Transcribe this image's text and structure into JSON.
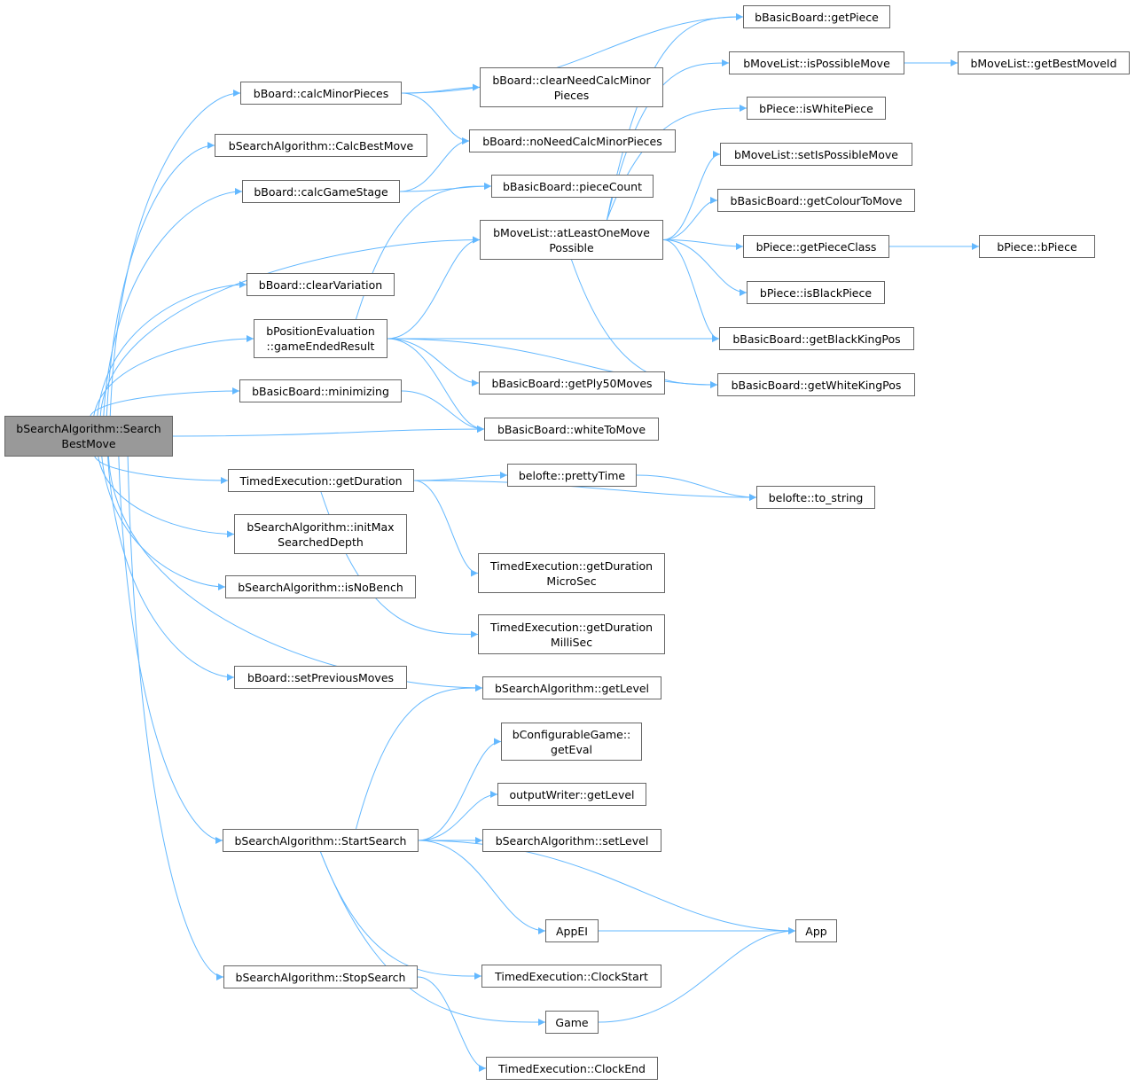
{
  "graph": {
    "edge_color": "#63b8ff",
    "root_fill": "#999999",
    "nodes": [
      {
        "id": "sbm",
        "lines": [
          "bSearchAlgorithm::Search",
          "BestMove"
        ],
        "root": true
      },
      {
        "id": "calcMinor",
        "lines": [
          "bBoard::calcMinorPieces"
        ]
      },
      {
        "id": "calcBest",
        "lines": [
          "bSearchAlgorithm::CalcBestMove"
        ]
      },
      {
        "id": "calcStage",
        "lines": [
          "bBoard::calcGameStage"
        ]
      },
      {
        "id": "clearVar",
        "lines": [
          "bBoard::clearVariation"
        ]
      },
      {
        "id": "gameEnded",
        "lines": [
          "bPositionEvaluation",
          "::gameEndedResult"
        ]
      },
      {
        "id": "minimizing",
        "lines": [
          "bBasicBoard::minimizing"
        ]
      },
      {
        "id": "getDuration",
        "lines": [
          "TimedExecution::getDuration"
        ]
      },
      {
        "id": "initMax",
        "lines": [
          "bSearchAlgorithm::initMax",
          "SearchedDepth"
        ]
      },
      {
        "id": "isNoBench",
        "lines": [
          "bSearchAlgorithm::isNoBench"
        ]
      },
      {
        "id": "setPrev",
        "lines": [
          "bBoard::setPreviousMoves"
        ]
      },
      {
        "id": "startSearch",
        "lines": [
          "bSearchAlgorithm::StartSearch"
        ]
      },
      {
        "id": "stopSearch",
        "lines": [
          "bSearchAlgorithm::StopSearch"
        ]
      },
      {
        "id": "clearNeed",
        "lines": [
          "bBoard::clearNeedCalcMinor",
          "Pieces"
        ]
      },
      {
        "id": "noNeed",
        "lines": [
          "bBoard::noNeedCalcMinorPieces"
        ]
      },
      {
        "id": "pieceCount",
        "lines": [
          "bBasicBoard::pieceCount"
        ]
      },
      {
        "id": "atLeast",
        "lines": [
          "bMoveList::atLeastOneMove",
          "Possible"
        ]
      },
      {
        "id": "ply50",
        "lines": [
          "bBasicBoard::getPly50Moves"
        ]
      },
      {
        "id": "whiteToMove",
        "lines": [
          "bBasicBoard::whiteToMove"
        ]
      },
      {
        "id": "prettyTime",
        "lines": [
          "belofte::prettyTime"
        ]
      },
      {
        "id": "micro",
        "lines": [
          "TimedExecution::getDuration",
          "MicroSec"
        ]
      },
      {
        "id": "milli",
        "lines": [
          "TimedExecution::getDuration",
          "MilliSec"
        ]
      },
      {
        "id": "getLevel",
        "lines": [
          "bSearchAlgorithm::getLevel"
        ]
      },
      {
        "id": "getEval",
        "lines": [
          "bConfigurableGame::",
          "getEval"
        ]
      },
      {
        "id": "owLevel",
        "lines": [
          "outputWriter::getLevel"
        ]
      },
      {
        "id": "setLevel",
        "lines": [
          "bSearchAlgorithm::setLevel"
        ]
      },
      {
        "id": "appEI",
        "lines": [
          "AppEI"
        ]
      },
      {
        "id": "clockStart",
        "lines": [
          "TimedExecution::ClockStart"
        ]
      },
      {
        "id": "game",
        "lines": [
          "Game"
        ]
      },
      {
        "id": "clockEnd",
        "lines": [
          "TimedExecution::ClockEnd"
        ]
      },
      {
        "id": "getPiece",
        "lines": [
          "bBasicBoard::getPiece"
        ]
      },
      {
        "id": "isPossible",
        "lines": [
          "bMoveList::isPossibleMove"
        ]
      },
      {
        "id": "isWhite",
        "lines": [
          "bPiece::isWhitePiece"
        ]
      },
      {
        "id": "setIsPossible",
        "lines": [
          "bMoveList::setIsPossibleMove"
        ]
      },
      {
        "id": "colourToMove",
        "lines": [
          "bBasicBoard::getColourToMove"
        ]
      },
      {
        "id": "pieceClass",
        "lines": [
          "bPiece::getPieceClass"
        ]
      },
      {
        "id": "isBlack",
        "lines": [
          "bPiece::isBlackPiece"
        ]
      },
      {
        "id": "blackKing",
        "lines": [
          "bBasicBoard::getBlackKingPos"
        ]
      },
      {
        "id": "whiteKing",
        "lines": [
          "bBasicBoard::getWhiteKingPos"
        ]
      },
      {
        "id": "toString",
        "lines": [
          "belofte::to_string"
        ]
      },
      {
        "id": "app",
        "lines": [
          "App"
        ]
      },
      {
        "id": "bestMoveId",
        "lines": [
          "bMoveList::getBestMoveId"
        ]
      },
      {
        "id": "bPiece",
        "lines": [
          "bPiece::bPiece"
        ]
      }
    ],
    "edges": [
      [
        "sbm",
        "calcMinor"
      ],
      [
        "sbm",
        "calcBest"
      ],
      [
        "sbm",
        "calcStage"
      ],
      [
        "sbm",
        "atLeast"
      ],
      [
        "sbm",
        "clearVar"
      ],
      [
        "sbm",
        "gameEnded"
      ],
      [
        "sbm",
        "minimizing"
      ],
      [
        "sbm",
        "whiteToMove"
      ],
      [
        "sbm",
        "getDuration"
      ],
      [
        "sbm",
        "initMax"
      ],
      [
        "sbm",
        "isNoBench"
      ],
      [
        "sbm",
        "setPrev"
      ],
      [
        "sbm",
        "getLevel"
      ],
      [
        "sbm",
        "startSearch"
      ],
      [
        "sbm",
        "stopSearch"
      ],
      [
        "calcMinor",
        "getPiece"
      ],
      [
        "calcMinor",
        "clearNeed"
      ],
      [
        "calcMinor",
        "noNeed"
      ],
      [
        "calcStage",
        "noNeed"
      ],
      [
        "calcStage",
        "pieceCount"
      ],
      [
        "gameEnded",
        "pieceCount"
      ],
      [
        "gameEnded",
        "atLeast"
      ],
      [
        "gameEnded",
        "blackKing"
      ],
      [
        "gameEnded",
        "whiteKing"
      ],
      [
        "gameEnded",
        "ply50"
      ],
      [
        "gameEnded",
        "whiteToMove"
      ],
      [
        "minimizing",
        "whiteToMove"
      ],
      [
        "getDuration",
        "prettyTime"
      ],
      [
        "getDuration",
        "toString"
      ],
      [
        "getDuration",
        "micro"
      ],
      [
        "getDuration",
        "milli"
      ],
      [
        "prettyTime",
        "toString"
      ],
      [
        "atLeast",
        "getPiece"
      ],
      [
        "atLeast",
        "isPossible"
      ],
      [
        "atLeast",
        "isWhite"
      ],
      [
        "atLeast",
        "setIsPossible"
      ],
      [
        "atLeast",
        "colourToMove"
      ],
      [
        "atLeast",
        "pieceClass"
      ],
      [
        "atLeast",
        "isBlack"
      ],
      [
        "atLeast",
        "blackKing"
      ],
      [
        "atLeast",
        "whiteKing"
      ],
      [
        "isPossible",
        "bestMoveId"
      ],
      [
        "pieceClass",
        "bPiece"
      ],
      [
        "startSearch",
        "getLevel"
      ],
      [
        "startSearch",
        "getEval"
      ],
      [
        "startSearch",
        "owLevel"
      ],
      [
        "startSearch",
        "setLevel"
      ],
      [
        "startSearch",
        "app"
      ],
      [
        "startSearch",
        "appEI"
      ],
      [
        "startSearch",
        "clockStart"
      ],
      [
        "startSearch",
        "game"
      ],
      [
        "appEI",
        "app"
      ],
      [
        "game",
        "app"
      ],
      [
        "stopSearch",
        "clockEnd"
      ]
    ]
  }
}
